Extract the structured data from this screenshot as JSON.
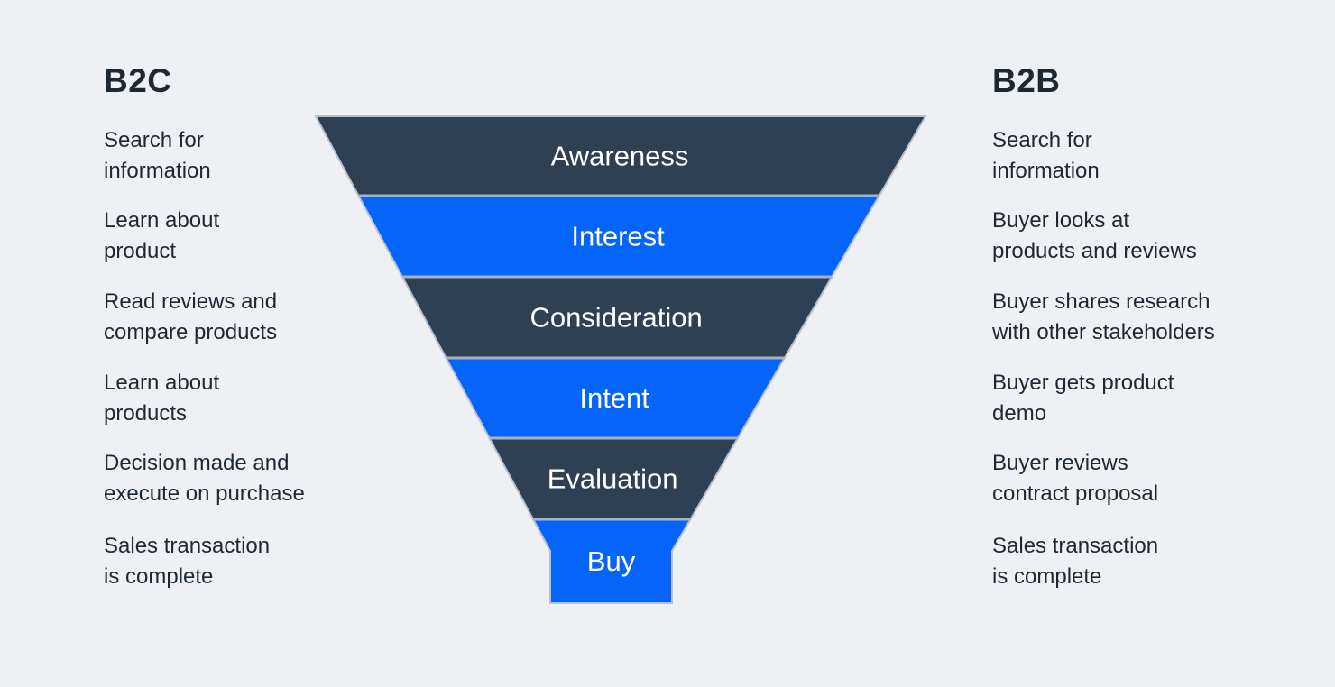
{
  "page": {
    "background": "#EEF0F4",
    "text_color": "#1E2833"
  },
  "b2c": {
    "title": "B2C",
    "items": [
      [
        "Search for",
        "information"
      ],
      [
        "Learn about",
        "product"
      ],
      [
        "Read reviews and",
        "compare products"
      ],
      [
        "Learn about",
        "products"
      ],
      [
        "Decision made and",
        "execute on purchase"
      ],
      [
        "Sales transaction",
        "is complete"
      ]
    ]
  },
  "b2b": {
    "title": "B2B",
    "items": [
      [
        "Search for",
        "information"
      ],
      [
        "Buyer looks at",
        "products and reviews"
      ],
      [
        "Buyer shares research",
        "with other stakeholders"
      ],
      [
        "Buyer gets product",
        "demo"
      ],
      [
        "Buyer reviews",
        "contract proposal"
      ],
      [
        "Sales transaction",
        "is complete"
      ]
    ]
  },
  "funnel": {
    "stages": [
      {
        "label": "Awareness",
        "color": "#2E4053"
      },
      {
        "label": "Interest",
        "color": "#0564FA"
      },
      {
        "label": "Consideration",
        "color": "#2E4053"
      },
      {
        "label": "Intent",
        "color": "#0564FA"
      },
      {
        "label": "Evaluation",
        "color": "#2E4053"
      },
      {
        "label": "Buy",
        "color": "#0564FA"
      }
    ],
    "label_color": "#FFFFFF",
    "separator_color": "#A9B2BF",
    "outline_color": "#B7C1CE"
  }
}
